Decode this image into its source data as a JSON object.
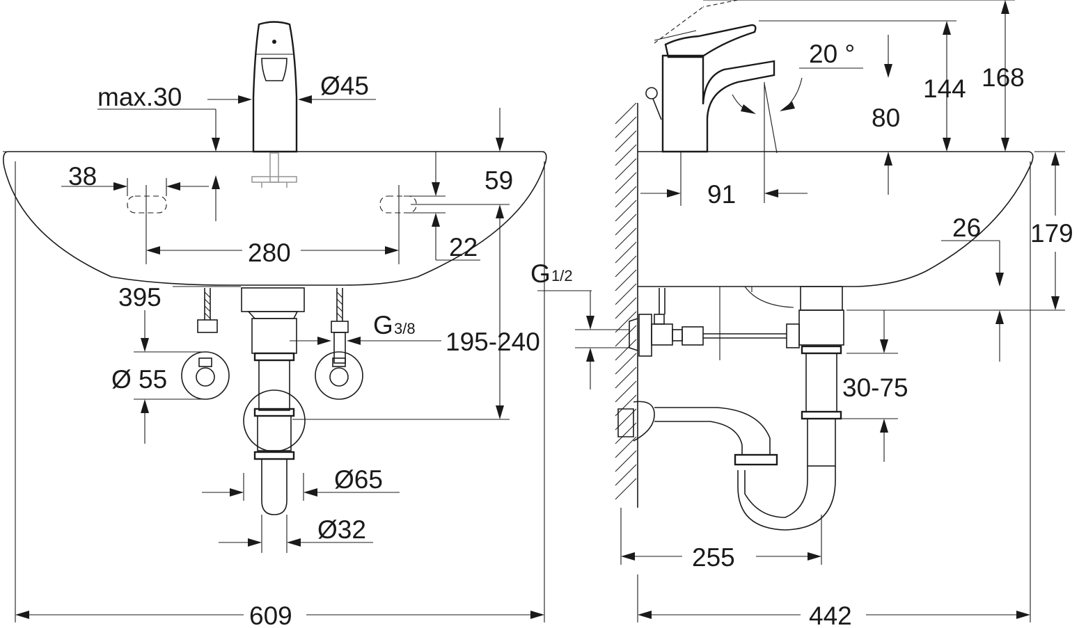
{
  "drawing": {
    "front_view": {
      "faucet_max_offset": "max.30",
      "faucet_diameter": "Ø45",
      "tap_hole_offset": "38",
      "basin_depth_top": "59",
      "tap_hole_spacing": "280",
      "tap_hole_height": "22",
      "basin_height": "395",
      "supply_thread": "G",
      "supply_thread_fraction": "3/8",
      "siphon_range": "195-240",
      "rosette_diameter": "Ø 55",
      "siphon_diameter": "Ø65",
      "drain_diameter": "Ø32",
      "basin_width": "609"
    },
    "side_view": {
      "spout_angle": "20 °",
      "spout_height": "144",
      "faucet_height": "168",
      "spout_clearance": "80",
      "spout_reach": "91",
      "overflow_offset": "26",
      "basin_profile_height": "179",
      "angle_valve_thread": "G",
      "angle_valve_thread_fraction": "1/2",
      "tailpiece_range": "30-75",
      "siphon_wall_distance": "255",
      "basin_projection": "442"
    }
  }
}
